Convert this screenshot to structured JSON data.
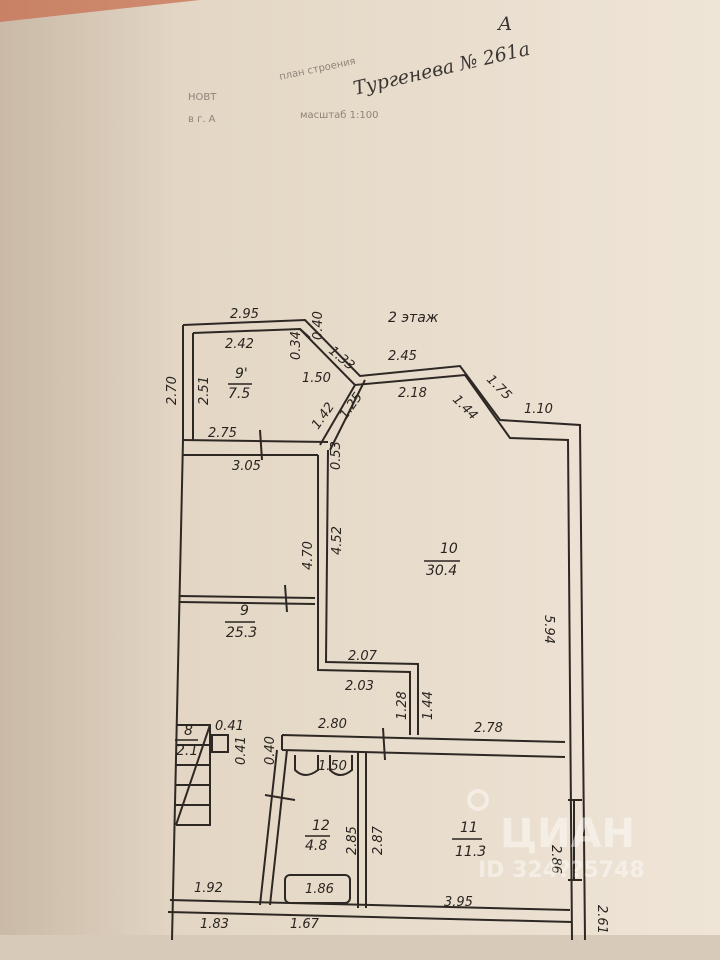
{
  "header": {
    "stamp_line1": "НОВТ",
    "stamp_line2": "в г. А",
    "stamp_mid": "план строения",
    "stamp_scale": "масштаб 1:100",
    "handwritten_letter": "А",
    "handwritten_address": "Тургенева № 261а"
  },
  "plan": {
    "floor_title": "2 этаж",
    "rooms": [
      {
        "number": "9'",
        "area": "7.5"
      },
      {
        "number": "10",
        "area": "30.4"
      },
      {
        "number": "9",
        "area": "25.3"
      },
      {
        "number": "8",
        "area": "2.1"
      },
      {
        "number": "12",
        "area": "4.8"
      },
      {
        "number": "11",
        "area": "11.3"
      }
    ],
    "dimensions": [
      "2.95",
      "0.40",
      "0.34",
      "1.33",
      "2.45",
      "1.75",
      "1.10",
      "2.42",
      "1.50",
      "2.18",
      "1.44",
      "2.70",
      "2.51",
      "1.42",
      "1.25",
      "2.75",
      "0.53",
      "3.05",
      "4.70",
      "4.52",
      "5.94",
      "2.07",
      "2.03",
      "1.28",
      "1.44",
      "0.41",
      "0.41",
      "0.40",
      "2.80",
      "2.78",
      "1.50",
      "2.85",
      "2.87",
      "2.86",
      "1.92",
      "1.86",
      "3.95",
      "1.83",
      "1.67",
      "2.61"
    ]
  },
  "watermark": {
    "brand": "ЦИАН",
    "id": "ID 324??5748"
  }
}
